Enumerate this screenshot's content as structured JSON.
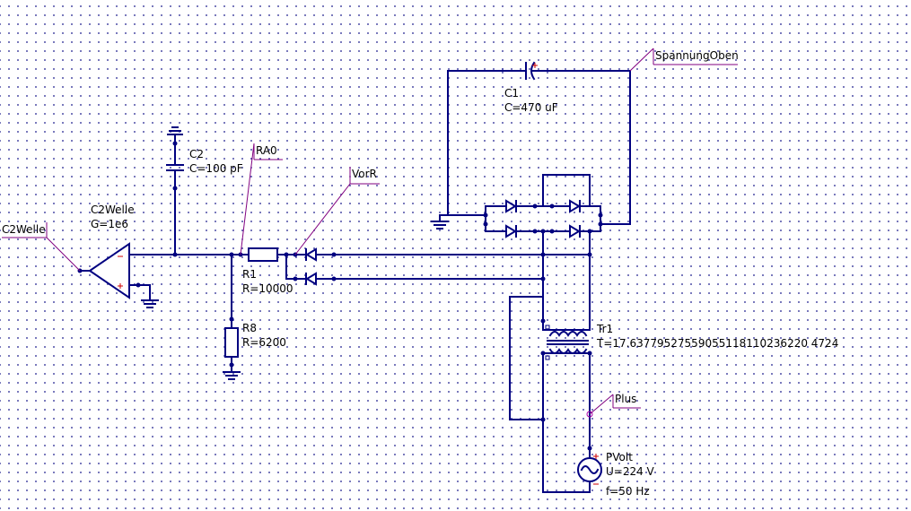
{
  "components": {
    "c1": {
      "name": "C1",
      "value": "C=470 uF"
    },
    "c2": {
      "name": "C2",
      "value": "C=100 pF"
    },
    "r1": {
      "name": "R1",
      "value": "R=10000"
    },
    "r8": {
      "name": "R8",
      "value": "R=6200"
    },
    "opamp": {
      "name": "C2Welle",
      "value": "G=1e6"
    },
    "tr1": {
      "name": "Tr1",
      "value": "T=17.63779527559055118110236220 4724"
    },
    "pvolt": {
      "name": "PVolt",
      "value": "U=224 V",
      "freq": "f=50 Hz"
    }
  },
  "node_labels": {
    "spannung_oben": "SpannungOben",
    "ra0": "RA0",
    "vorr": "VorR",
    "c2welle": "C2Welle",
    "plus": "Plus"
  },
  "colors": {
    "wire": "#000080",
    "label_line": "#800080",
    "plus_mark": "#cc0000",
    "background": "#ffffff"
  }
}
